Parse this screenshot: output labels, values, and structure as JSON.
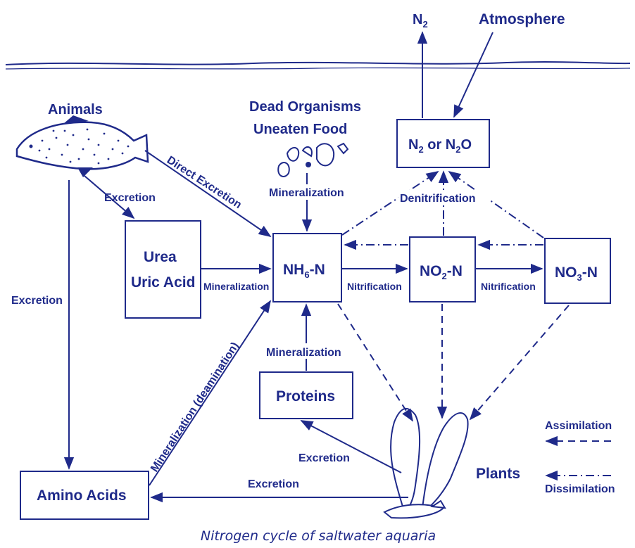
{
  "colors": {
    "ink": "#1f2a8a",
    "background": "#ffffff"
  },
  "labels": {
    "n2_top": "N",
    "n2_top_sub": "2",
    "atmosphere": "Atmosphere",
    "animals": "Animals",
    "dead_organisms": "Dead Organisms",
    "uneaten_food": "Uneaten Food",
    "plants": "Plants",
    "caption": "Nitrogen cycle of saltwater aquaria"
  },
  "boxes": {
    "n2_or_n2o": {
      "a": "N",
      "a_sub": "2",
      "mid": " or N",
      "b_sub": "2",
      "end": "O"
    },
    "urea": {
      "line1": "Urea",
      "line2": "Uric Acid"
    },
    "nh": {
      "main": "NH",
      "sub": "6",
      "end": "-N"
    },
    "no2": {
      "main": "NO",
      "sub": "2",
      "end": "-N"
    },
    "no3": {
      "main": "NO",
      "sub": "3",
      "end": "-N"
    },
    "proteins": "Proteins",
    "amino": "Amino Acids"
  },
  "edges": {
    "excretion_animals_urea": "Excretion",
    "direct_excretion": "Direct Excretion",
    "excretion_animals_amino": "Excretion",
    "mineralization_dead": "Mineralization",
    "mineralization_urea": "Mineralization",
    "nitrification_1": "Nitrification",
    "nitrification_2": "Nitrification",
    "denitrification": "Denitrification",
    "mineralization_proteins": "Mineralization",
    "mineralization_deamination": "Mineralization (deamination)",
    "excretion_plants_proteins": "Excretion",
    "excretion_plants_amino": "Excretion"
  },
  "legend": {
    "assimilation": "Assimilation",
    "dissimilation": "Dissimilation"
  }
}
